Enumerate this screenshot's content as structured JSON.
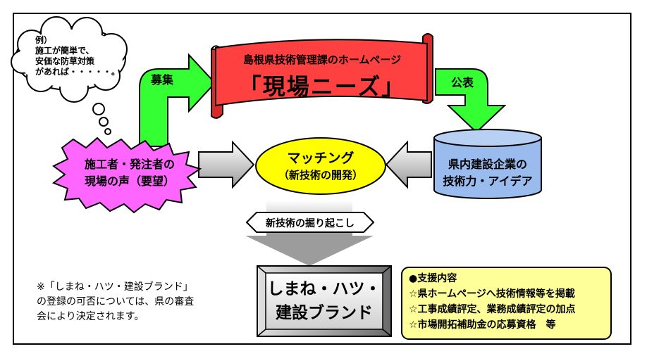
{
  "cloud": {
    "lines": [
      "例）",
      "施工が簡単で、",
      "安価な防草対策",
      "があれば・・・・・。"
    ]
  },
  "voice": {
    "lines": [
      "施工者・発注者の",
      "現場の声（要望）"
    ]
  },
  "recruit_label": "募集",
  "publish_label": "公表",
  "banner": {
    "title": "島根県技術管理課のホームページ",
    "main": "「現場ニーズ」"
  },
  "matching": {
    "line1": "マッチング",
    "line2": "（新技術の開発）"
  },
  "companies": {
    "lines": [
      "県内建設企業の",
      "技術力・アイデア"
    ]
  },
  "discovery_label": "新技術の掘り起こし",
  "brand": {
    "lines": [
      "しまね・ハツ・",
      "建設ブランド"
    ]
  },
  "support": {
    "title": "●支援内容",
    "items": [
      "☆県ホームページへ技術情報等を掲載",
      "☆工事成績評定、業務成績評定の加点",
      "☆市場開拓補助金の応募資格　等"
    ]
  },
  "note": {
    "lines": [
      "※「しまね・ハツ・建設ブランド」",
      "の登録の可否については、県の審査",
      "会により決定されます。"
    ]
  },
  "colors": {
    "green": "#33ff33",
    "red": "#ff4040",
    "yellow": "#ffff00",
    "pink": "#ff66ff",
    "blue": "#99bbee",
    "cream": "#ffff99",
    "gray": "#bfbfbf"
  }
}
